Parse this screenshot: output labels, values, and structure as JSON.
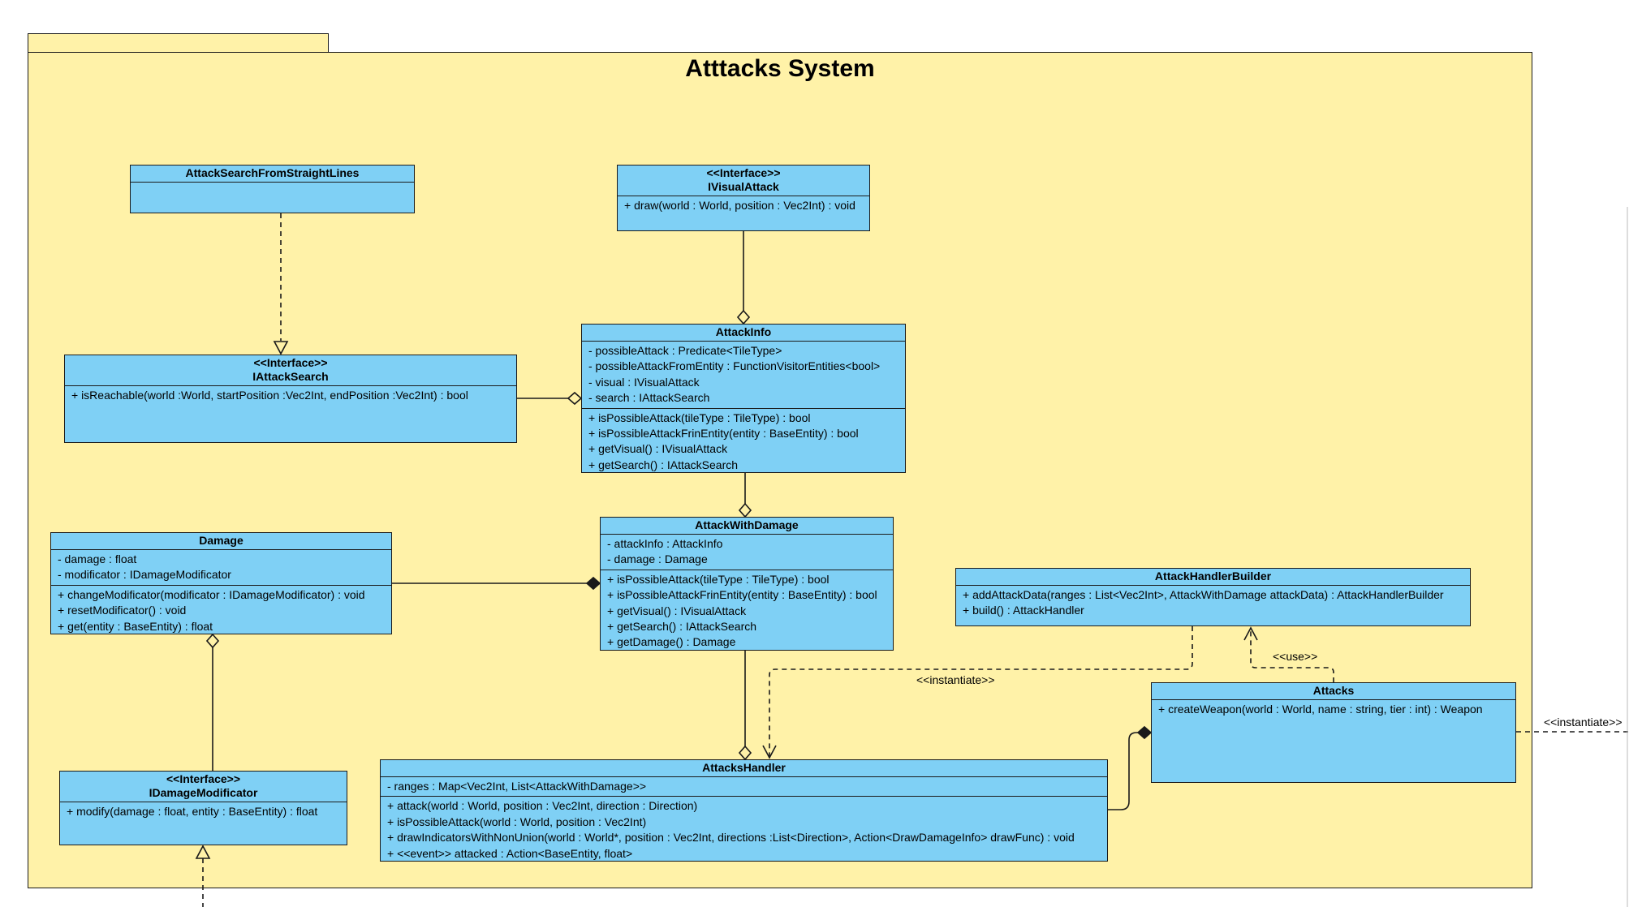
{
  "package": {
    "title": "Atttacks System"
  },
  "classes": {
    "attack_search_straight": {
      "name": "AttackSearchFromStraightLines",
      "stereotype": "",
      "attributes": [],
      "operations": []
    },
    "ivisual_attack": {
      "name": "IVisualAttack",
      "stereotype": "<<Interface>>",
      "attributes": [],
      "operations": [
        "+ draw(world : World, position : Vec2Int) : void"
      ]
    },
    "attack_info": {
      "name": "AttackInfo",
      "stereotype": "",
      "attributes": [
        "- possibleAttack : Predicate<TileType>",
        "- possibleAttackFromEntity : FunctionVisitorEntities<bool>",
        "- visual : IVisualAttack",
        "- search : IAttackSearch"
      ],
      "operations": [
        "+ isPossibleAttack(tileType : TileType) : bool",
        "+ isPossibleAttackFrinEntity(entity : BaseEntity) : bool",
        "+ getVisual() : IVisualAttack",
        "+ getSearch() : IAttackSearch"
      ]
    },
    "iattack_search": {
      "name": "IAttackSearch",
      "stereotype": "<<Interface>>",
      "attributes": [],
      "operations": [
        "+ isReachable(world :World, startPosition :Vec2Int, endPosition :Vec2Int) : bool"
      ]
    },
    "damage": {
      "name": "Damage",
      "stereotype": "",
      "attributes": [
        "- damage : float",
        "- modificator : IDamageModificator"
      ],
      "operations": [
        "+ changeModificator(modificator : IDamageModificator) : void",
        "+ resetModificator() : void",
        "+ get(entity : BaseEntity) : float"
      ]
    },
    "attack_with_damage": {
      "name": "AttackWithDamage",
      "stereotype": "",
      "attributes": [
        "- attackInfo : AttackInfo",
        "- damage : Damage"
      ],
      "operations": [
        "+ isPossibleAttack(tileType : TileType) : bool",
        "+ isPossibleAttackFrinEntity(entity : BaseEntity) : bool",
        "+ getVisual() : IVisualAttack",
        "+ getSearch() : IAttackSearch",
        "+ getDamage() : Damage"
      ]
    },
    "attack_handler_builder": {
      "name": "AttackHandlerBuilder",
      "stereotype": "",
      "attributes": [],
      "operations": [
        "+ addAttackData(ranges : List<Vec2Int>, AttackWithDamage attackData) : AttackHandlerBuilder",
        "+ build() : AttackHandler"
      ]
    },
    "attacks": {
      "name": "Attacks",
      "stereotype": "",
      "attributes": [],
      "operations": [
        "+ createWeapon(world : World, name : string, tier : int) : Weapon"
      ]
    },
    "idamage_modificator": {
      "name": "IDamageModificator",
      "stereotype": "<<Interface>>",
      "attributes": [],
      "operations": [
        "+ modify(damage : float, entity : BaseEntity) : float"
      ]
    },
    "attacks_handler": {
      "name": "AttacksHandler",
      "stereotype": "",
      "attributes": [
        "- ranges : Map<Vec2Int, List<AttackWithDamage>>"
      ],
      "operations": [
        "+ attack(world : World, position : Vec2Int, direction : Direction)",
        "+ isPossibleAttack(world : World, position : Vec2Int)",
        "+ drawIndicatorsWithNonUnion(world : World*, position : Vec2Int, directions :List<Direction>, Action<DrawDamageInfo> drawFunc) : void",
        "+ <<event>> attacked : Action<BaseEntity, float>"
      ]
    }
  },
  "relation_labels": {
    "use": "<<use>>",
    "instantiate_handler": "<<instantiate>>",
    "instantiate_external": "<<instantiate>>"
  },
  "colors": {
    "package_fill": "#fff2a8",
    "class_fill": "#7fd0f5",
    "line": "#1a1a1a"
  }
}
